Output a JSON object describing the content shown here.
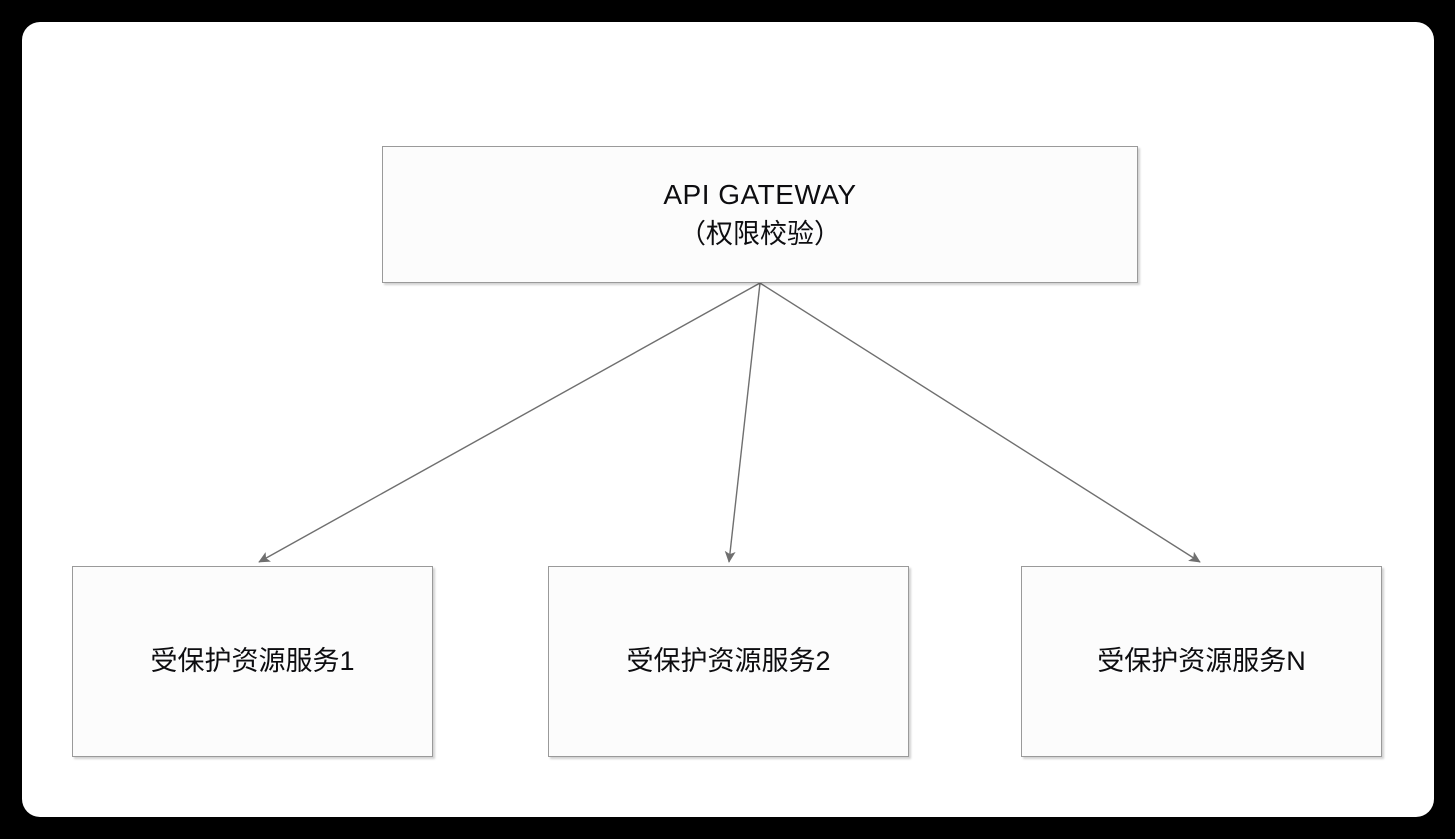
{
  "diagram": {
    "type": "flowchart",
    "background_color": "#ffffff",
    "frame_color": "#000000",
    "node_fill": "#fcfcfc",
    "node_border_color": "#9a9a9a",
    "edge_color": "#6f6f6f",
    "text_color": "#0d0d10",
    "gateway": {
      "title": "API GATEWAY",
      "subtitle": "（权限校验）"
    },
    "services": [
      {
        "label": "受保护资源服务1"
      },
      {
        "label": "受保护资源服务2"
      },
      {
        "label": "受保护资源服务N"
      }
    ],
    "edges": [
      {
        "from": "API GATEWAY",
        "to": "受保护资源服务1",
        "arrow": "single"
      },
      {
        "from": "API GATEWAY",
        "to": "受保护资源服务2",
        "arrow": "single"
      },
      {
        "from": "API GATEWAY",
        "to": "受保护资源服务N",
        "arrow": "single"
      }
    ]
  }
}
